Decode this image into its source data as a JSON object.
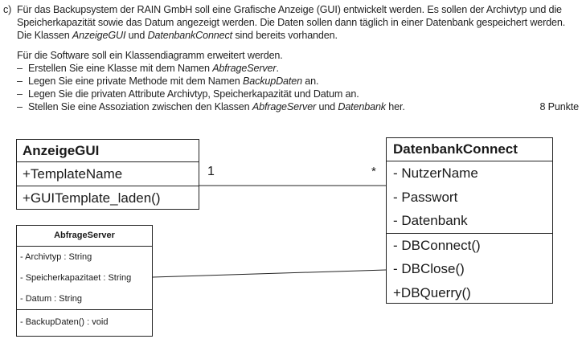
{
  "task": {
    "label": "c)",
    "intro_lines": [
      "Für das Backupsystem der RAIN GmbH soll eine Grafische Anzeige (GUI) entwickelt werden. Es sollen der Archivtyp und die",
      "Speicherkapazität sowie das Datum angezeigt werden. Die Daten sollen dann täglich in einer Datenbank gespeichert werden."
    ],
    "intro_line3": {
      "prefix": "Die Klassen ",
      "class1": "AnzeigeGUI",
      "middle": " und ",
      "class2": "DatenbankConnect",
      "suffix": " sind bereits vorhanden."
    },
    "instruction": "Für die Software soll ein Klassendiagramm erweitert werden.",
    "bullets": [
      {
        "text": "Erstellen Sie eine Klasse mit dem Namen ",
        "em": "AbfrageServer",
        "end": "."
      },
      {
        "text": "Legen Sie eine private Methode mit dem Namen ",
        "em": "BackupDaten",
        "end": " an."
      },
      {
        "text": "Legen Sie die privaten Attribute Archivtyp, Speicherkapazität und Datum an.",
        "em": "",
        "end": ""
      }
    ],
    "last_bullet": {
      "prefix": "Stellen Sie eine Assoziation zwischen den Klassen ",
      "em1": "AbfrageServer",
      "middle": " und ",
      "em2": "Datenbank",
      "suffix": " her."
    },
    "points": "8 Punkte"
  },
  "classes": {
    "anzeige_gui": {
      "name": "AnzeigeGUI",
      "attributes": [
        "+TemplateName"
      ],
      "operations": [
        "+GUITemplate_laden()"
      ]
    },
    "datenbank_connect": {
      "name": "DatenbankConnect",
      "attributes": [
        "- NutzerName",
        "- Passwort",
        "- Datenbank"
      ],
      "operations": [
        "- DBConnect()",
        "- DBClose()",
        "+DBQuerry()"
      ]
    },
    "abfrage_server": {
      "name": "AbfrageServer",
      "attributes": [
        "- Archivtyp : String",
        "- Speicherkapazitaet : String",
        "- Datum : String"
      ],
      "operations": [
        "- BackupDaten() : void"
      ]
    }
  },
  "associations": [
    {
      "from": "AnzeigeGUI",
      "to": "DatenbankConnect",
      "from_multiplicity": "1",
      "to_multiplicity": "*"
    },
    {
      "from": "AbfrageServer",
      "to": "DatenbankConnect",
      "from_multiplicity": "",
      "to_multiplicity": ""
    }
  ]
}
